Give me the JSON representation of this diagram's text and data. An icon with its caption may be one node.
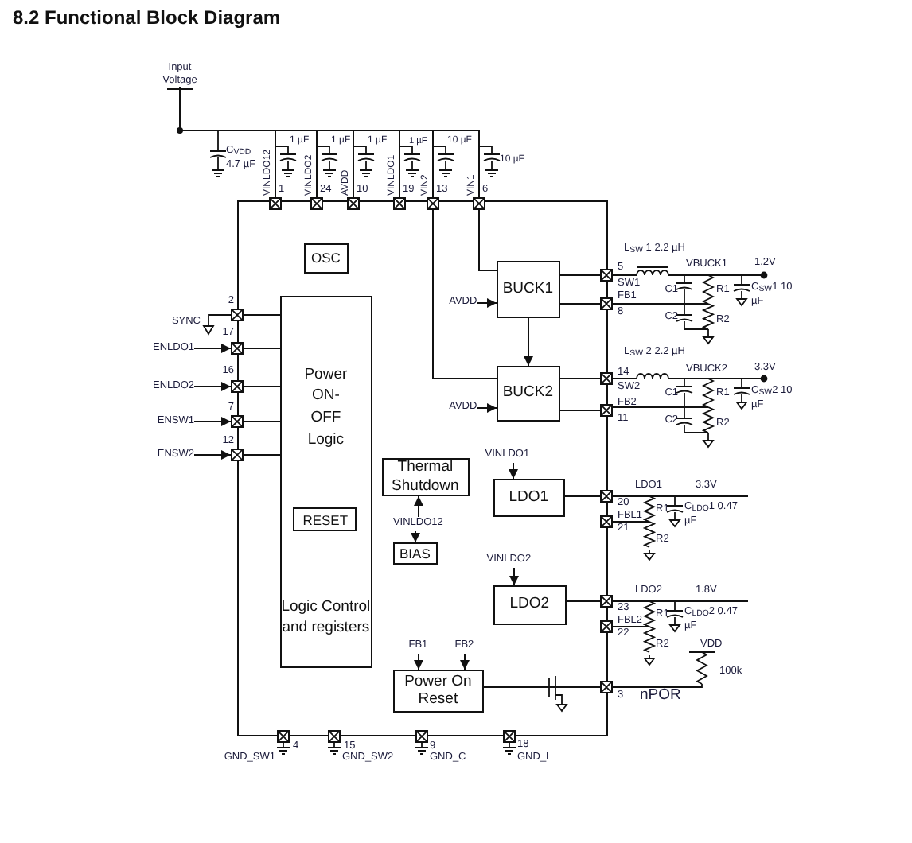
{
  "diagram": {
    "title": "8.2 Functional Block Diagram",
    "nodes": [
      {
        "text": [],
        "shape": "box"
      },
      {
        "text": [
          "OSC"
        ],
        "in": 0
      },
      {
        "text": [
          "Power ON-OFF Logic",
          "Logic Control and registers"
        ],
        "in": 0
      },
      {
        "text": [
          "RESET"
        ],
        "in": 2
      },
      {
        "text": [
          "Thermal Shutdown"
        ],
        "in": 0
      },
      {
        "text": [
          "BIAS"
        ],
        "in": 0
      },
      {
        "text": [
          "VINLDO12"
        ],
        "in": 0
      },
      {
        "text": [
          "LDO1"
        ],
        "in": 0
      },
      {
        "text": [
          "VINLDO1"
        ],
        "in": 0
      },
      {
        "text": [
          "LDO2"
        ],
        "in": 0
      },
      {
        "text": [
          "VINLDO2"
        ],
        "in": 0
      },
      {
        "text": [
          "BUCK1"
        ],
        "in": 0
      },
      {
        "text": [
          "BUCK2"
        ],
        "in": 0
      },
      {
        "text": [
          "AVDD"
        ],
        "in": 0
      },
      {
        "text": [
          "AVDD"
        ],
        "in": 0
      },
      {
        "text": [
          "Power On Reset"
        ],
        "in": 0
      },
      {
        "text": [
          "FB1"
        ],
        "in": 0
      },
      {
        "text": [
          "FB2"
        ],
        "in": 0
      },
      {
        "text": [
          "ENLDO1"
        ]
      },
      {
        "text": [
          "ENLDO2"
        ]
      },
      {
        "text": [
          "ENSW1"
        ]
      },
      {
        "text": [
          "ENSW2"
        ]
      },
      {
        "text": [
          "Input Voltage"
        ]
      },
      {
        "text": [],
        "shape": "box"
      },
      {
        "text": [],
        "shape": "box"
      },
      {
        "text": [],
        "shape": "box"
      },
      {
        "text": [],
        "shape": "box"
      },
      {
        "text": [],
        "shape": "box"
      },
      {
        "text": [],
        "shape": "box"
      },
      {
        "text": [],
        "shape": "box"
      },
      {
        "text": [],
        "shape": "box"
      },
      {
        "text": [],
        "shape": "box"
      },
      {
        "text": [],
        "shape": "box"
      },
      {
        "text": [],
        "shape": "box"
      },
      {
        "text": [],
        "shape": "box"
      },
      {
        "text": [],
        "shape": "box"
      },
      {
        "text": [],
        "shape": "box"
      },
      {
        "text": [],
        "shape": "box"
      },
      {
        "text": [],
        "shape": "box"
      },
      {
        "text": [],
        "shape": "box"
      },
      {
        "text": [],
        "shape": "box"
      },
      {
        "text": [],
        "shape": "box"
      },
      {
        "text": [],
        "shape": "box"
      },
      {
        "text": [],
        "shape": "box"
      },
      {
        "text": [],
        "shape": "box"
      },
      {
        "text": [],
        "shape": "box"
      },
      {
        "text": [],
        "shape": "box"
      }
    ],
    "edges": [
      {
        "from": 11,
        "to": 12,
        "arrow": "to"
      },
      {
        "from": 13,
        "to": 11,
        "arrow": "to"
      },
      {
        "from": 14,
        "to": 12,
        "arrow": "to"
      },
      {
        "from": 6,
        "to": 4,
        "arrow": "to"
      },
      {
        "from": 6,
        "to": 5,
        "arrow": "to"
      },
      {
        "from": 8,
        "to": 7,
        "arrow": "to"
      },
      {
        "from": 10,
        "to": 9,
        "arrow": "to"
      },
      {
        "from": 16,
        "to": 15,
        "arrow": "to"
      },
      {
        "from": 17,
        "to": 15,
        "arrow": "to"
      },
      {
        "from": 18,
        "to": 30,
        "arrow": "to"
      },
      {
        "from": 19,
        "to": 31,
        "arrow": "to"
      },
      {
        "from": 20,
        "to": 32,
        "arrow": "to"
      },
      {
        "from": 21,
        "to": 33,
        "arrow": "to"
      },
      {
        "from": 2,
        "to": 29,
        "arrow": "none"
      },
      {
        "from": 2,
        "to": 30,
        "arrow": "none"
      },
      {
        "from": 2,
        "to": 31,
        "arrow": "none"
      },
      {
        "from": 2,
        "to": 32,
        "arrow": "none"
      },
      {
        "from": 2,
        "to": 33,
        "arrow": "none"
      },
      {
        "from": 11,
        "to": 34,
        "arrow": "none"
      },
      {
        "from": 11,
        "to": 35,
        "arrow": "none"
      },
      {
        "from": 12,
        "to": 36,
        "arrow": "none"
      },
      {
        "from": 12,
        "to": 37,
        "arrow": "none"
      },
      {
        "from": 7,
        "to": 38,
        "arrow": "none"
      },
      {
        "from": 9,
        "to": 40,
        "arrow": "none"
      },
      {
        "from": 27,
        "to": 12,
        "arrow": "none"
      },
      {
        "from": 28,
        "to": 11,
        "arrow": "none"
      },
      {
        "from": 15,
        "to": 42,
        "arrow": "none"
      },
      {
        "from": 22,
        "to": 23,
        "arrow": "none"
      },
      {
        "from": 22,
        "to": 24,
        "arrow": "none"
      },
      {
        "from": 22,
        "to": 25,
        "arrow": "none"
      },
      {
        "from": 22,
        "to": 26,
        "arrow": "none"
      },
      {
        "from": 22,
        "to": 27,
        "arrow": "none"
      },
      {
        "from": 22,
        "to": 28,
        "arrow": "none"
      }
    ],
    "labels": [
      "C$_{VDD}$ 4.7 µF",
      "1 µF",
      "1 µF",
      "1 µF",
      "1 µF",
      "10 µF",
      "10 µF",
      "VINLDO12",
      "VINLDO2",
      "AVDD",
      "VINLDO1",
      "VIN2",
      "VIN1",
      "1",
      "24",
      "10",
      "19",
      "13",
      "6",
      "2",
      "SYNC",
      "17",
      "16",
      "7",
      "12",
      "L$_{SW}$ 1 2.2 µH",
      "VBUCK1",
      "1.2V",
      "5",
      "SW1",
      "FB1",
      "8",
      "C1",
      "R1",
      "C$_{SW}$1 10 µF",
      "C2",
      "R2",
      "L$_{SW}$ 2 2.2 µH",
      "VBUCK2",
      "3.3V",
      "14",
      "SW2",
      "FB2",
      "11",
      "C1",
      "R1",
      "C$_{SW}$2 10 µF",
      "C2",
      "R2",
      "LDO1",
      "3.3V",
      "20",
      "R1",
      "C$_{LDO}$1 0.47 µF",
      "FBL1",
      "21",
      "R2",
      "LDO2",
      "1.8V",
      "23",
      "R1",
      "C$_{LDO}$2 0.47 µF",
      "FBL2",
      "22",
      "R2",
      "VDD",
      "100k",
      "3",
      "nPOR",
      "4",
      "GND_SW1",
      "15",
      "GND_SW2",
      "9",
      "GND_C",
      "18",
      "GND_L"
    ]
  }
}
